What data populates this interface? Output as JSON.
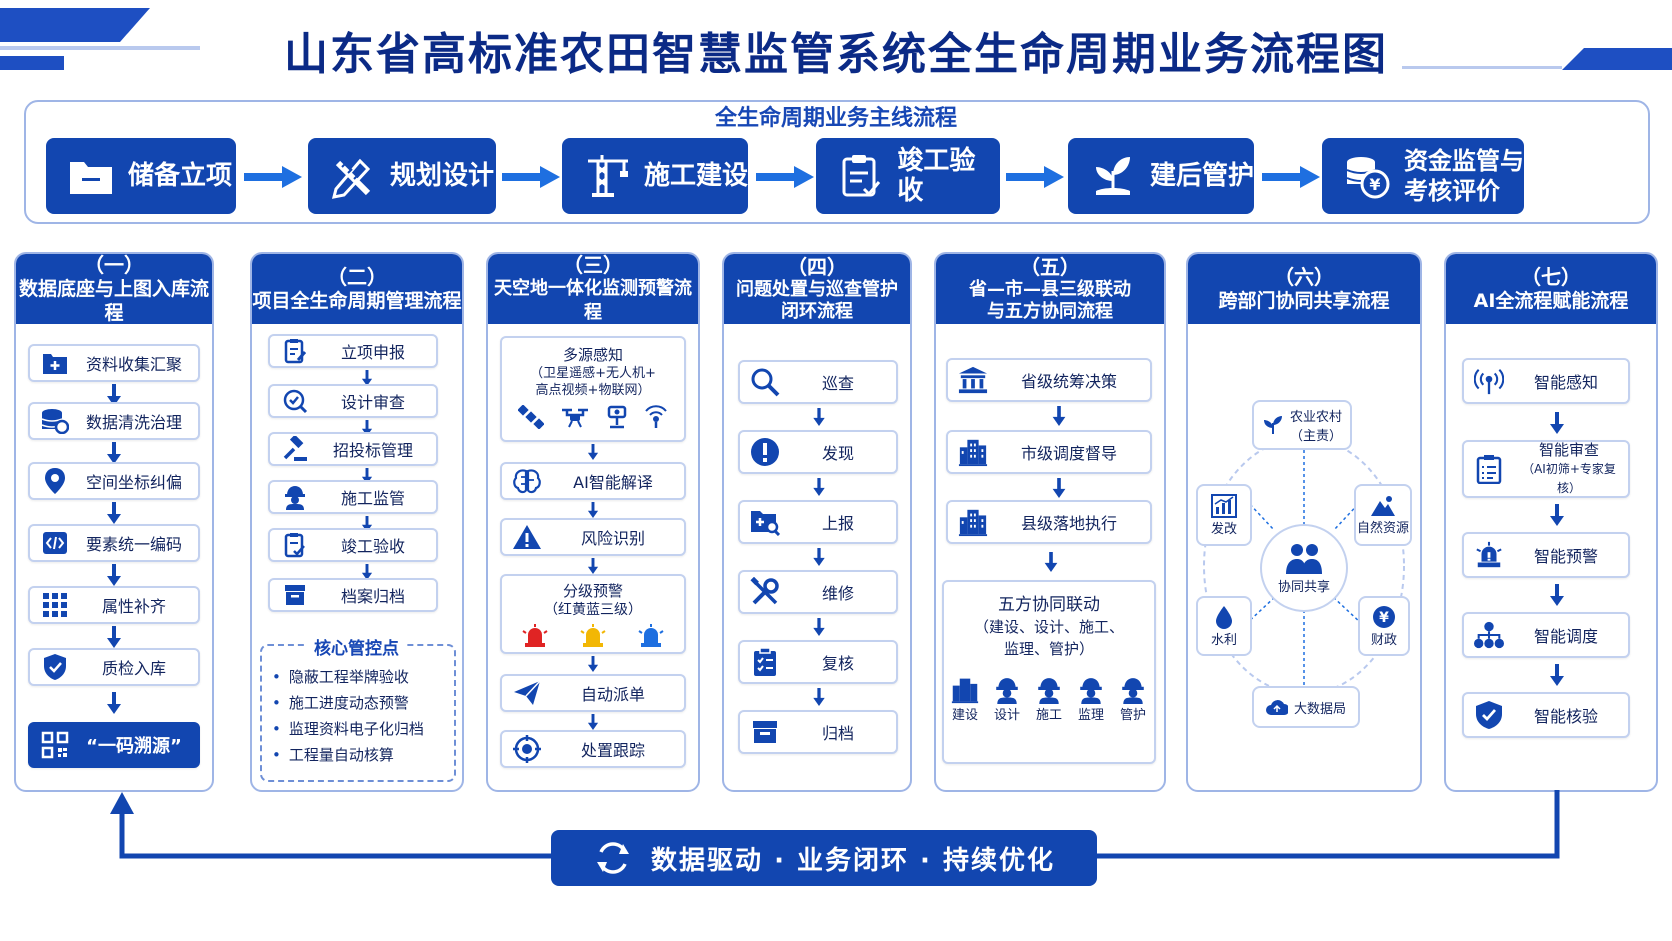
{
  "title": "山东省高标准农田智慧监管系统全生命周期业务流程图",
  "main_flow": {
    "label": "全生命周期业务主线流程",
    "stages": [
      {
        "label": "储备立项",
        "icon": "folder-icon"
      },
      {
        "label": "规划设计",
        "icon": "ruler-pencil-icon"
      },
      {
        "label": "施工建设",
        "icon": "crane-icon"
      },
      {
        "label": "竣工验收",
        "icon": "checklist-icon"
      },
      {
        "label": "建后管护",
        "icon": "sprout-icon"
      },
      {
        "label": "资金监管与考核评价",
        "line1": "资金监管与",
        "line2": "考核评价",
        "icon": "coins-yuan-icon"
      }
    ]
  },
  "columns": [
    {
      "num": "（一）",
      "title": "数据底座与上图入库流程",
      "items": [
        "资料收集汇聚",
        "数据清洗治理",
        "空间坐标纠偏",
        "要素统一编码",
        "属性补齐",
        "质检入库"
      ],
      "final": "“一码溯源”"
    },
    {
      "num": "（二）",
      "title": "项目全生命周期管理流程",
      "items": [
        "立项申报",
        "设计审查",
        "招投标管理",
        "施工监管",
        "竣工验收",
        "档案归档"
      ],
      "core_title": "核心管控点",
      "core_items": [
        "隐蔽工程举牌验收",
        "施工进度动态预警",
        "监理资料电子化归档",
        "工程量自动核算"
      ]
    },
    {
      "num": "（三）",
      "title": "天空地一体化监测预警流程",
      "sense_title": "多源感知",
      "sense_sub1": "（卫星遥感+无人机+",
      "sense_sub2": "高点视频+物联网）",
      "items": [
        "AI智能解译",
        "风险识别"
      ],
      "warn_title": "分级预警",
      "warn_sub": "（红黄蓝三级）",
      "items2": [
        "自动派单",
        "处置跟踪"
      ]
    },
    {
      "num": "（四）",
      "title_line1": "问题处置与巡查管护",
      "title_line2": "闭环流程",
      "items": [
        "巡查",
        "发现",
        "上报",
        "维修",
        "复核",
        "归档"
      ]
    },
    {
      "num": "（五）",
      "title_line1": "省—市—县三级联动",
      "title_line2": "与五方协同流程",
      "items": [
        "省级统筹决策",
        "市级调度督导",
        "县级落地执行"
      ],
      "five_title": "五方协同联动",
      "five_sub1": "（建设、设计、施工、",
      "five_sub2": "监理、管护）",
      "five_roles": [
        "建设",
        "设计",
        "施工",
        "监理",
        "管护"
      ]
    },
    {
      "num": "（六）",
      "title": "跨部门协同共享流程",
      "center": "协同共享",
      "top_line1": "农业农村",
      "top_line2": "（主责）",
      "left_top": "发改",
      "right_top": "自然资源",
      "left_bottom": "水利",
      "right_bottom": "财政",
      "bottom": "大数据局"
    },
    {
      "num": "（七）",
      "title": "AI全流程赋能流程",
      "items": [
        "智能感知",
        "智能审查",
        "智能预警",
        "智能调度",
        "智能核验"
      ],
      "review_sub": "（AI初筛+专家复核）"
    }
  ],
  "footer": "数据驱动 · 业务闭环 · 持续优化",
  "colors": {
    "primary": "#1246b0",
    "dark": "#0b2a86",
    "border": "#9fb5e6",
    "red": "#e02424",
    "yellow": "#f2b705",
    "blue": "#1e6fe0"
  }
}
